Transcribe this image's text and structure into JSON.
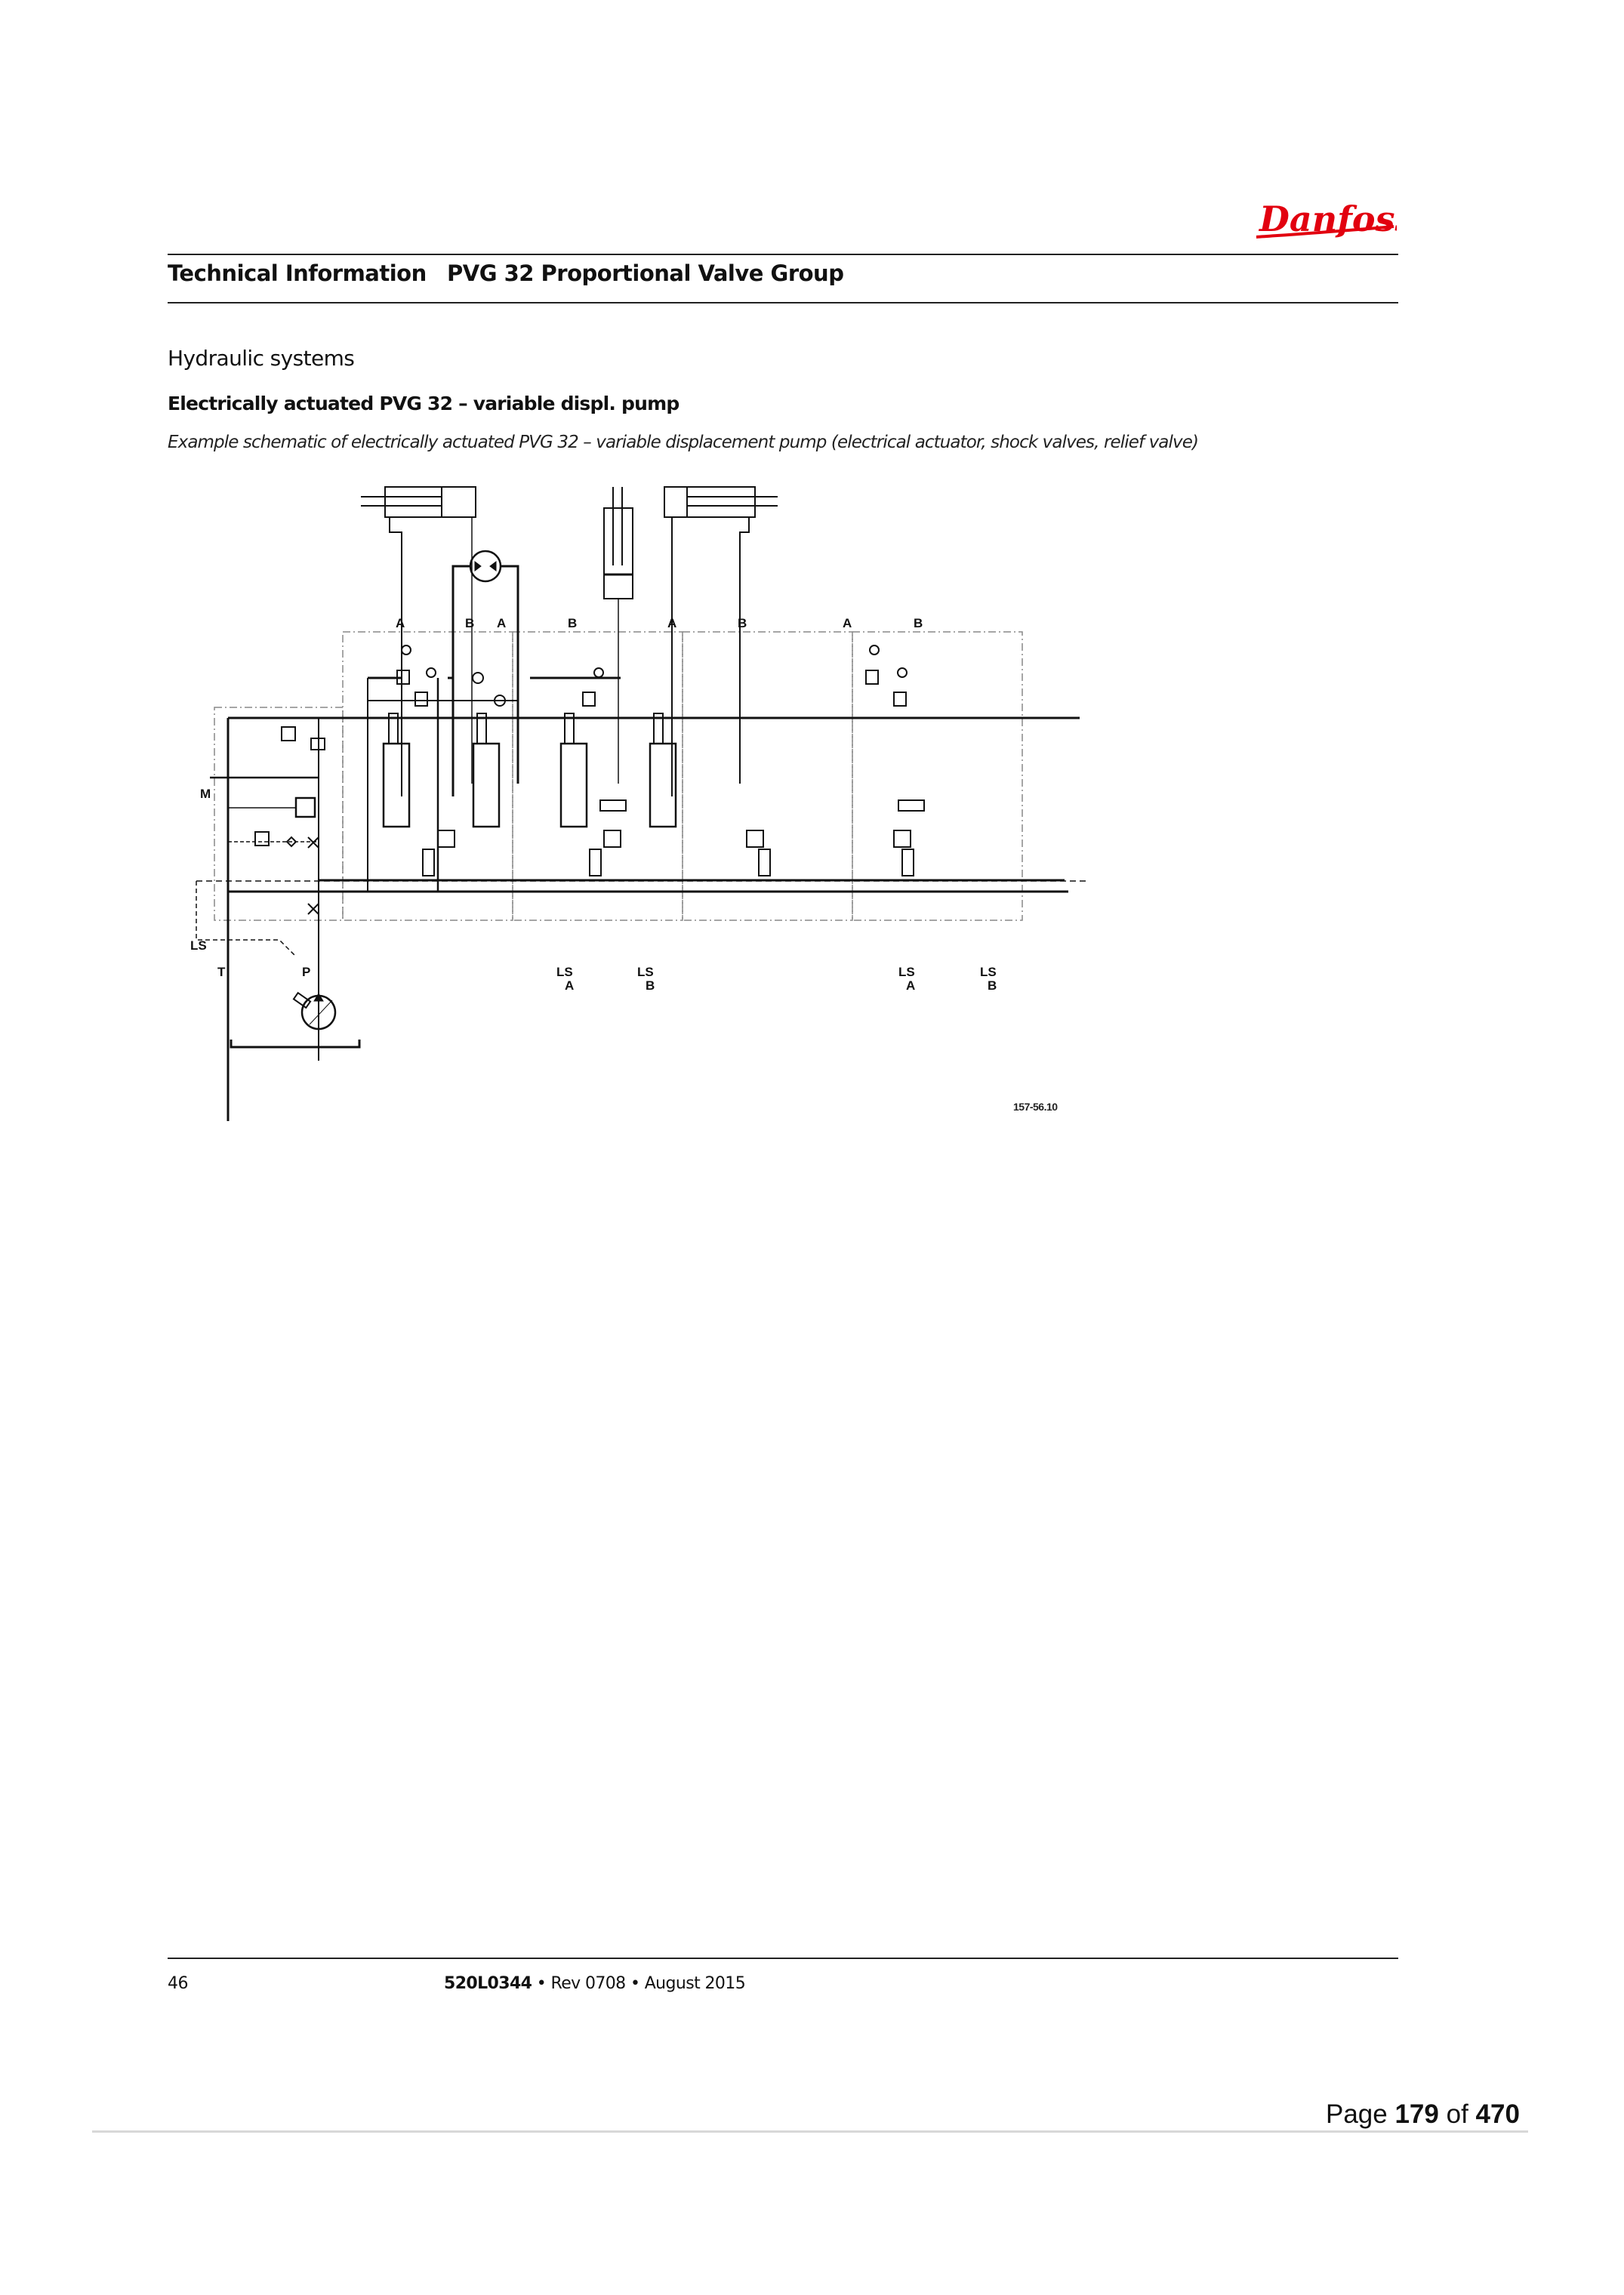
{
  "brand": {
    "logo_text": "Danfoss",
    "logo_color": "#E2000F"
  },
  "header": {
    "left_label": "Technical Information",
    "right_label": "PVG 32 Proportional Valve Group"
  },
  "content": {
    "section_title": "Hydraulic systems",
    "subsection_title": "Electrically actuated PVG 32 – variable displ. pump",
    "figure_caption": "Example schematic of electrically actuated PVG 32 – variable displacement pump (electrical actuator, shock valves, relief valve)",
    "figure_id": "157-56.10",
    "schematic_labels": {
      "port_M": "M",
      "port_LS": "LS",
      "port_T": "T",
      "port_P": "P",
      "sections": [
        {
          "A": "A",
          "B": "B"
        },
        {
          "A": "A",
          "B": "B"
        },
        {
          "A": "A",
          "B": "B"
        },
        {
          "A": "A",
          "B": "B"
        }
      ],
      "ls_ports": [
        {
          "ls": "LS",
          "port": "A"
        },
        {
          "ls": "LS",
          "port": "B"
        },
        {
          "ls": "LS",
          "port": "A"
        },
        {
          "ls": "LS",
          "port": "B"
        }
      ]
    }
  },
  "footer": {
    "page_number": "46",
    "doc_code": "520L0344",
    "doc_rest": " • Rev 0708 • August 2015"
  },
  "viewer": {
    "page_prefix": "Page ",
    "current_page": "179",
    "page_sep": " of ",
    "total_pages": "470"
  }
}
